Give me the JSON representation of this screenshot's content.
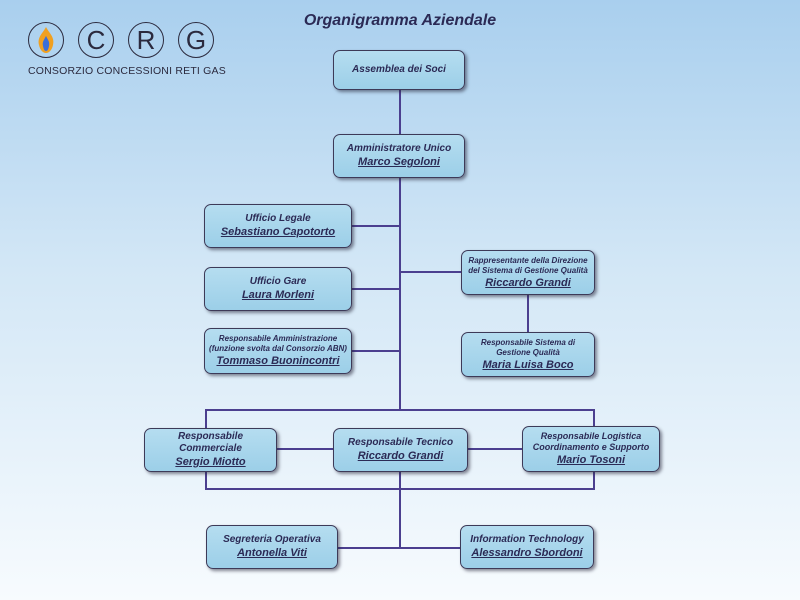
{
  "logo": {
    "letters": [
      "",
      "C",
      "R",
      "G"
    ],
    "flame_icon": "gas-flame-icon",
    "subtitle": "CONSORZIO CONCESSIONI RETI GAS"
  },
  "title": "Organigramma Aziendale",
  "colors": {
    "box_fill": "#a6d5ec",
    "box_border": "#3d3a58",
    "connector": "#4b3f8f",
    "text": "#2b2a55",
    "flame_outer": "#f0a020",
    "flame_inner": "#3a6fd8"
  },
  "nodes": {
    "assemblea": {
      "role": "Assemblea dei Soci",
      "name": ""
    },
    "amministratore": {
      "role": "Amministratore Unico",
      "name": "Marco Segoloni"
    },
    "legale": {
      "role": "Ufficio Legale",
      "name": "Sebastiano Capotorto"
    },
    "gare": {
      "role": "Ufficio Gare",
      "name": "Laura Morleni"
    },
    "amministrazione": {
      "role_1": "Responsabile Amministrazione",
      "role_2": "(funzione svolta dal Consorzio ABN)",
      "name": "Tommaso Buonincontri"
    },
    "rappresentante": {
      "role_1": "Rappresentante della Direzione",
      "role_2": "del Sistema di Gestione Qualità",
      "name": "Riccardo Grandi"
    },
    "resp_qualita": {
      "role_1": "Responsabile Sistema di",
      "role_2": "Gestione Qualità",
      "name": "Maria Luisa Boco"
    },
    "commerciale": {
      "role": "Responsabile Commerciale",
      "name": "Sergio Miotto"
    },
    "tecnico": {
      "role": "Responsabile Tecnico",
      "name": "Riccardo Grandi"
    },
    "logistica": {
      "role_1": "Responsabile Logistica",
      "role_2": "Coordinamento e Supporto",
      "name": "Mario Tosoni"
    },
    "segreteria": {
      "role": "Segreteria Operativa",
      "name": "Antonella Viti"
    },
    "it": {
      "role": "Information Technology",
      "name": "Alessandro Sbordoni"
    }
  }
}
